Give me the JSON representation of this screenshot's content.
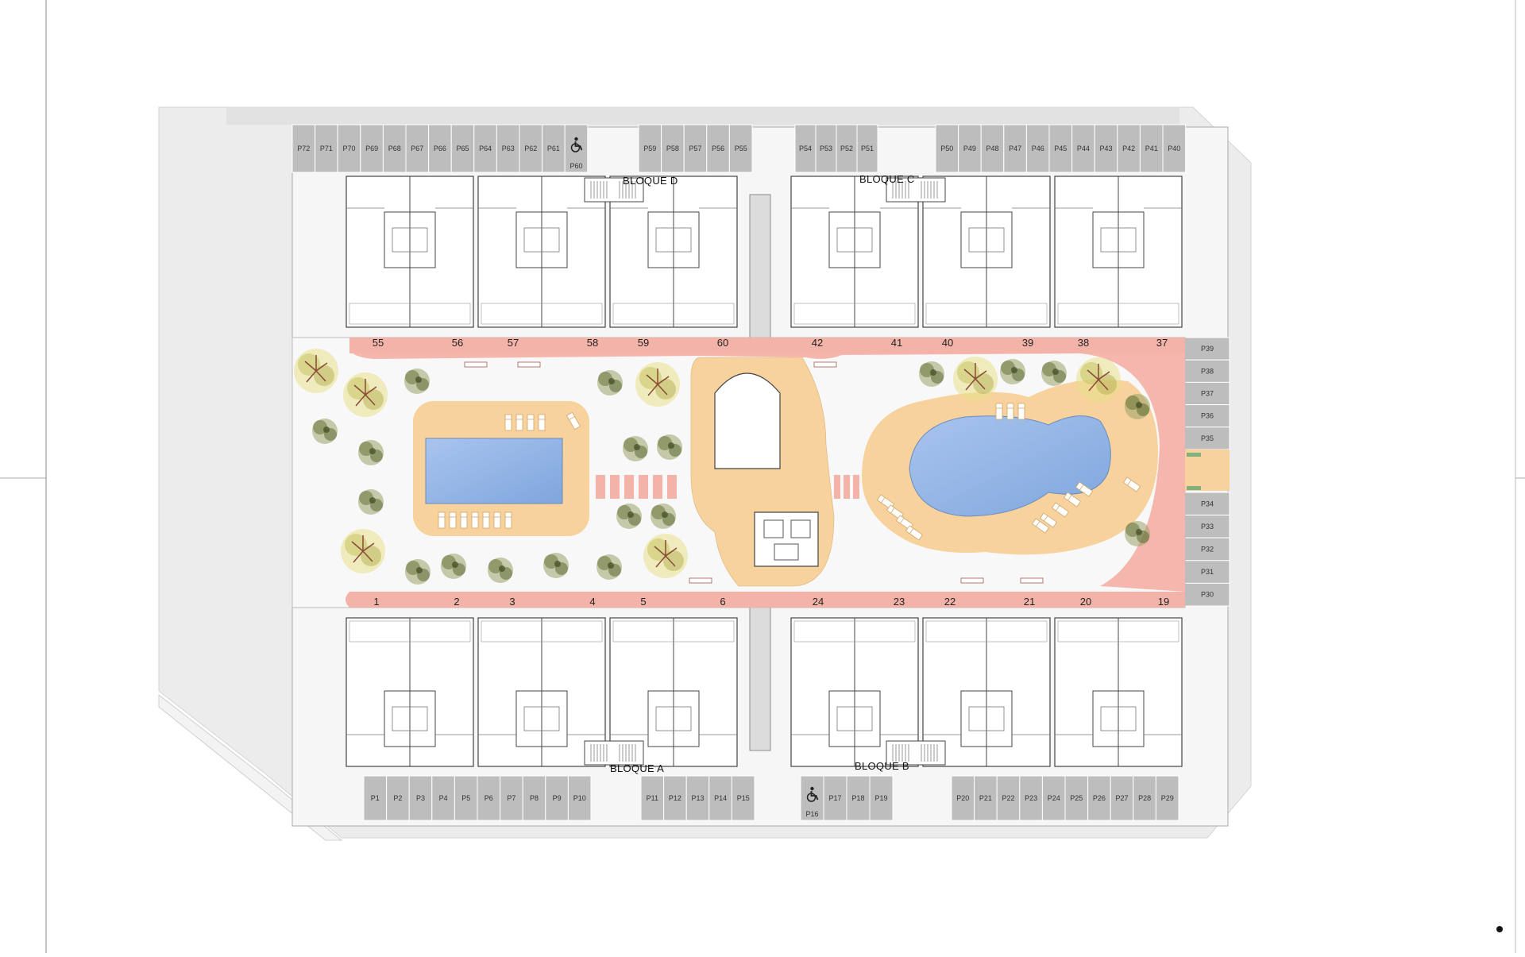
{
  "blocks": {
    "a": "BLOQUE A",
    "b": "BLOQUE B",
    "c": "BLOQUE C",
    "d": "BLOQUE D"
  },
  "parking": {
    "top_left": [
      "P72",
      "P71",
      "P70",
      "P69",
      "P68",
      "P67",
      "P66",
      "P65",
      "P64",
      "P63",
      "P62",
      "P61",
      "P60"
    ],
    "top_mid_left": [
      "P59",
      "P58",
      "P57",
      "P56",
      "P55"
    ],
    "top_mid_right": [
      "P54",
      "P53",
      "P52",
      "P51"
    ],
    "top_right": [
      "P50",
      "P49",
      "P48",
      "P47",
      "P46",
      "P45",
      "P44",
      "P43",
      "P42",
      "P41",
      "P40"
    ],
    "right_upper": [
      "P39",
      "P38",
      "P37",
      "P36",
      "P35"
    ],
    "right_lower": [
      "P34",
      "P33",
      "P32",
      "P31",
      "P30"
    ],
    "bottom_left": [
      "P1",
      "P2",
      "P3",
      "P4",
      "P5",
      "P6",
      "P7",
      "P8",
      "P9",
      "P10"
    ],
    "bottom_mid_left": [
      "P11",
      "P12",
      "P13",
      "P14",
      "P15"
    ],
    "bottom_mid_right": [
      "P16",
      "P17",
      "P18",
      "P19"
    ],
    "bottom_right": [
      "P20",
      "P21",
      "P22",
      "P23",
      "P24",
      "P25",
      "P26",
      "P27",
      "P28",
      "P29"
    ],
    "accessible_spots": [
      "P60",
      "P16"
    ]
  },
  "units": {
    "top": [
      "55",
      "56",
      "57",
      "58",
      "59",
      "60",
      "42",
      "41",
      "40",
      "39",
      "38",
      "37"
    ],
    "bottom": [
      "1",
      "2",
      "3",
      "4",
      "5",
      "6",
      "24",
      "23",
      "22",
      "21",
      "20",
      "19"
    ]
  },
  "icons": {
    "accessible": "wheelchair-icon",
    "tree": "tree-icon",
    "pool": "pool-icon",
    "lounger": "sun-lounger-icon"
  },
  "colors": {
    "background": "#ffffff",
    "site": "#e6e6e6",
    "parking": "#bdbdbd",
    "path": "#f4b3a9",
    "deck": "#f7d29c",
    "water": "#8fb3e3",
    "walls": "#444444"
  }
}
